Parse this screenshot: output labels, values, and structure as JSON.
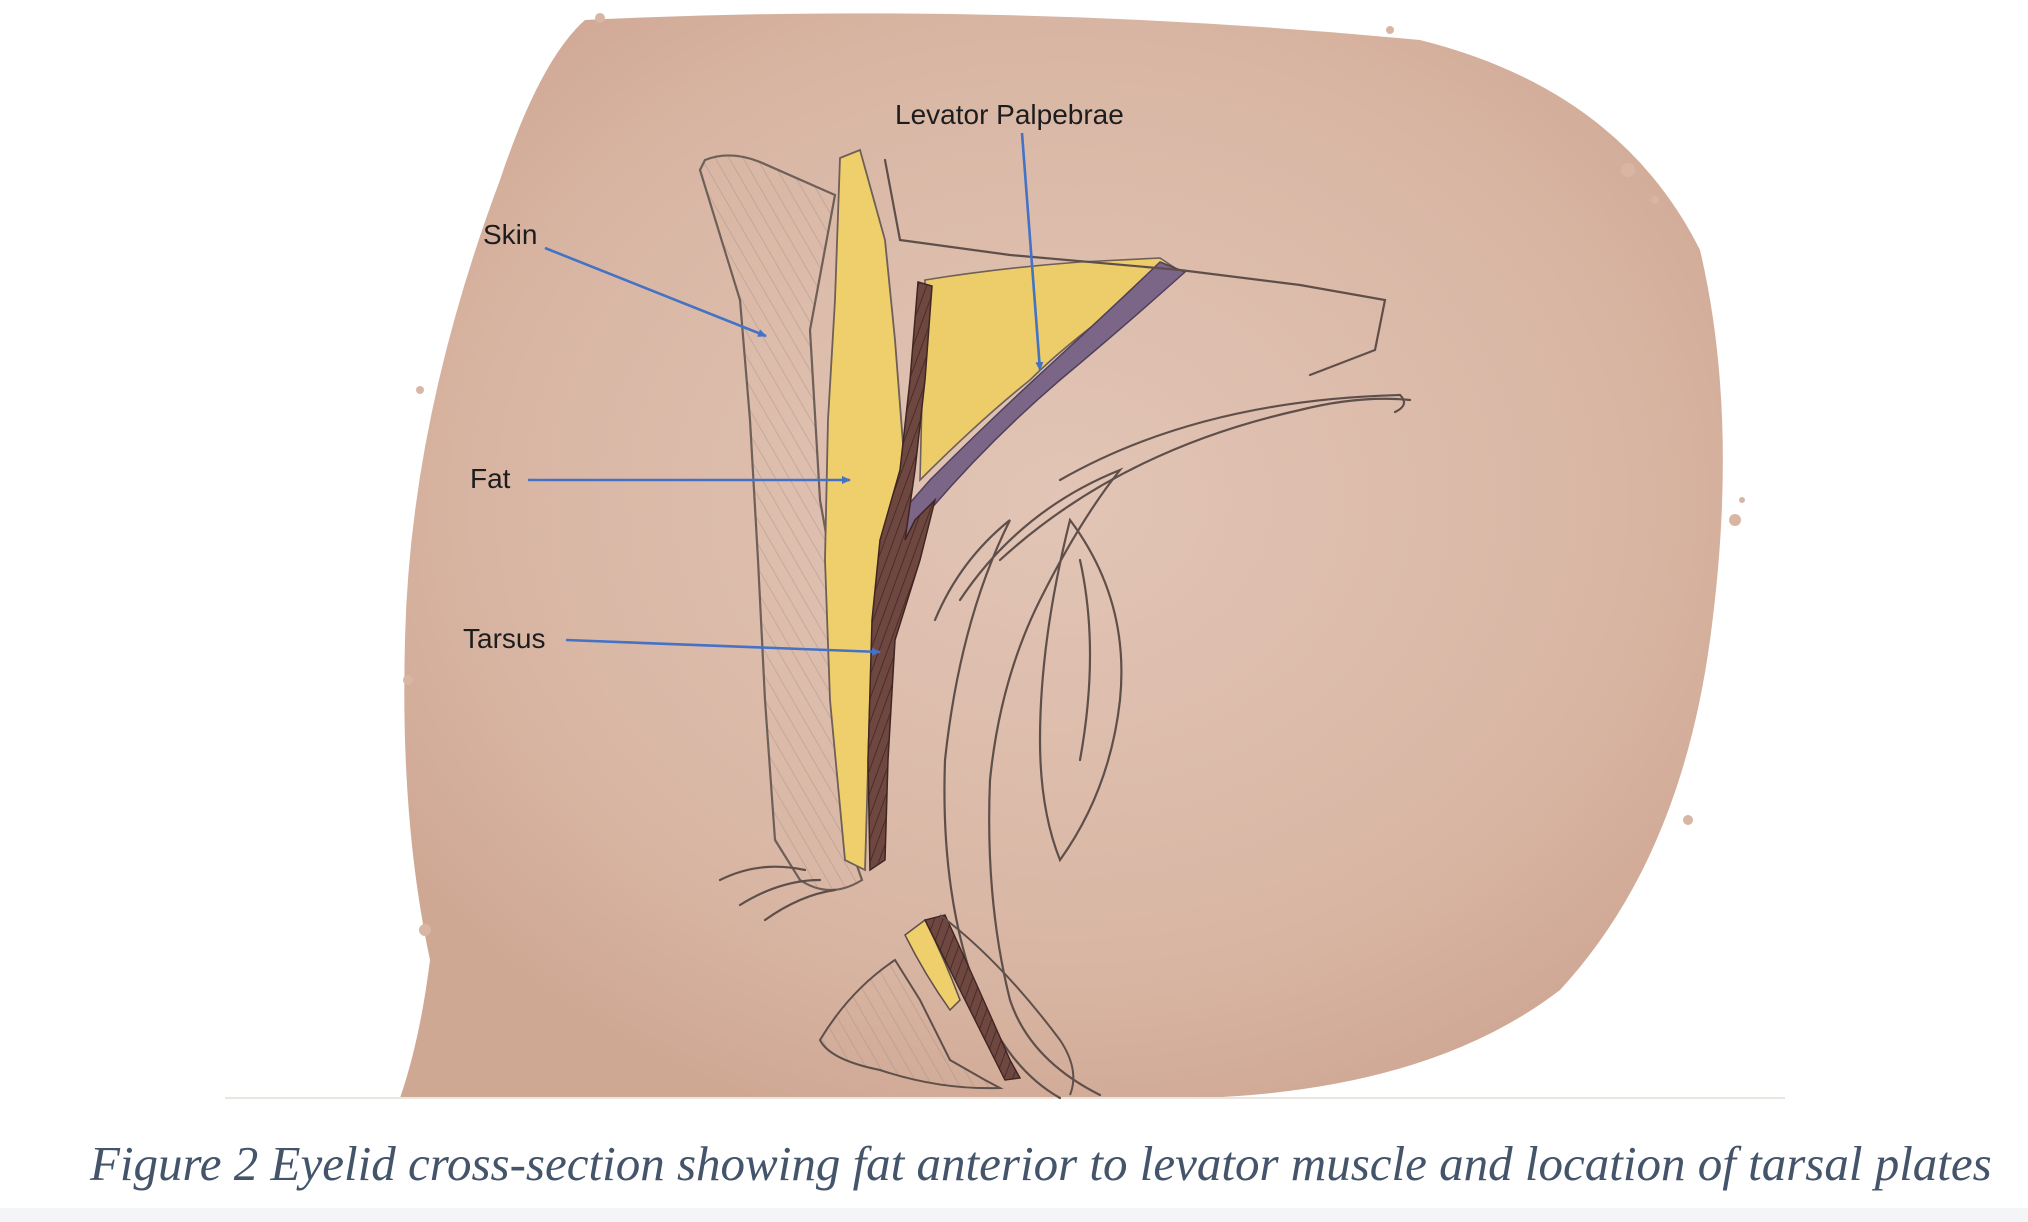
{
  "labels": {
    "levator": "Levator Palpebrae",
    "skin": "Skin",
    "fat": "Fat",
    "tarsus": "Tarsus"
  },
  "caption": "Figure 2 Eyelid cross-section showing fat anterior to levator muscle and location of tarsal plates",
  "colors": {
    "paper": "#dcb8a6",
    "fat": "#f0cf68",
    "tarsus": "#6e4740",
    "levator": "#7b6488",
    "arrow": "#4472c4",
    "pencil": "#5e4f4a",
    "caption": "#44546a"
  }
}
